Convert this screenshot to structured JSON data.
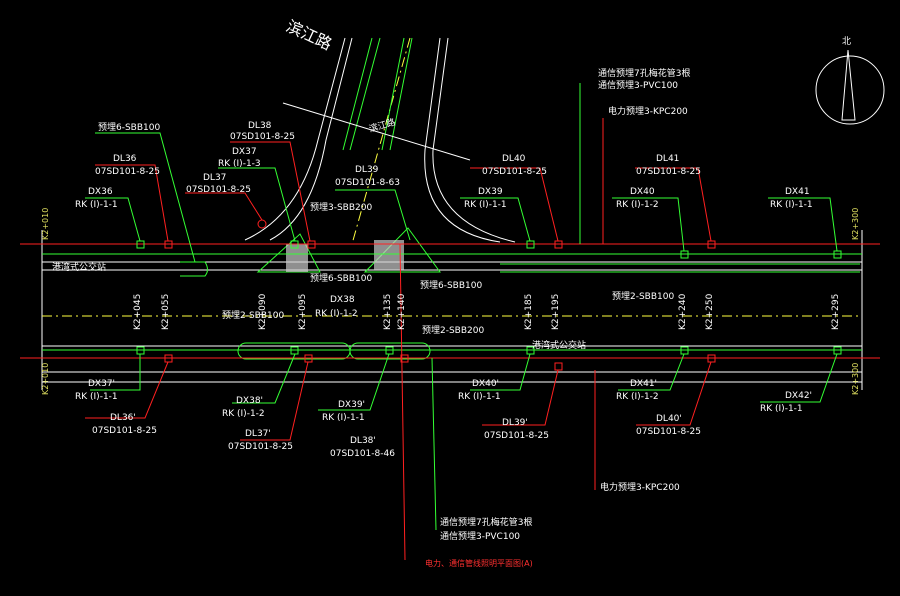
{
  "colors": {
    "background": "#000000",
    "road": "#ffffff",
    "telecom": "#33ff33",
    "power": "#ff2020",
    "centerline": "#ffff40"
  },
  "road_name": "滨江路",
  "road_side_label": "滨江路",
  "footer_title": "电力、通信管线照明平面图(A)",
  "stations": {
    "left_top": "K2+010",
    "left_bottom": "K2+010",
    "right_top": "K2+300",
    "right_bottom": "K2+300",
    "mid": [
      "K2+045",
      "K2+055",
      "K2+090",
      "K2+095",
      "K2+135",
      "K2+140",
      "K2+185",
      "K2+195",
      "K2+240",
      "K2+250",
      "K2+295"
    ]
  },
  "bus_stops": [
    "港湾式公交站",
    "港湾式公交站"
  ],
  "labels_top": [
    {
      "code": "DL36",
      "ref": "07SD101-8-25"
    },
    {
      "code": "DX36",
      "ref": "RK (Ⅰ)-1-1"
    },
    {
      "code": "DL38",
      "ref": "07SD101-8-25"
    },
    {
      "code": "DX37",
      "ref": "RK (Ⅰ)-1-3"
    },
    {
      "code": "DL37",
      "ref": "07SD101-8-25"
    },
    {
      "code": "DL39",
      "ref": "07SD101-8-63"
    },
    {
      "code": "DL40",
      "ref": "07SD101-8-25"
    },
    {
      "code": "DX39",
      "ref": "RK (Ⅰ)-1-1"
    },
    {
      "code": "DL41",
      "ref": "07SD101-8-25"
    },
    {
      "code": "DX40",
      "ref": "RK (Ⅰ)-1-2"
    },
    {
      "code": "DX41",
      "ref": "RK (Ⅰ)-1-1"
    }
  ],
  "labels_mid": [
    {
      "text": "预埋6-SBB100"
    },
    {
      "text": "预埋3-SBB200"
    },
    {
      "text": "预埋6-SBB100"
    },
    {
      "text": "DX38"
    },
    {
      "text": "RK (Ⅰ)-1-2"
    },
    {
      "text": "预埋6-SBB100"
    },
    {
      "text": "预埋2-SBB100"
    },
    {
      "text": "预埋2-SBB100"
    },
    {
      "text": "预埋2-SBB200"
    }
  ],
  "labels_bottom": [
    {
      "code": "DX37'",
      "ref": "RK (Ⅰ)-1-1"
    },
    {
      "code": "DL36'",
      "ref": "07SD101-8-25"
    },
    {
      "code": "DX38'",
      "ref": "RK (Ⅰ)-1-2"
    },
    {
      "code": "DL37'",
      "ref": "07SD101-8-25"
    },
    {
      "code": "DX39'",
      "ref": "RK (Ⅰ)-1-1"
    },
    {
      "code": "DL38'",
      "ref": "07SD101-8-46"
    },
    {
      "code": "DX40'",
      "ref": "RK (Ⅰ)-1-1"
    },
    {
      "code": "DL39'",
      "ref": "07SD101-8-25"
    },
    {
      "code": "DX41'",
      "ref": "RK (Ⅰ)-1-2"
    },
    {
      "code": "DL40'",
      "ref": "07SD101-8-25"
    },
    {
      "code": "DX42'",
      "ref": "RK (Ⅰ)-1-1"
    }
  ],
  "notes_top_right": {
    "line1": "通信预埋7孔梅花管3根",
    "line2": "通信预埋3-PVC100",
    "power": "电力预埋3-KPC200"
  },
  "notes_bottom": {
    "power": "电力预埋3-KPC200",
    "line1": "通信预埋7孔梅花管3根",
    "line2": "通信预埋3-PVC100"
  },
  "north_arrow": "北"
}
